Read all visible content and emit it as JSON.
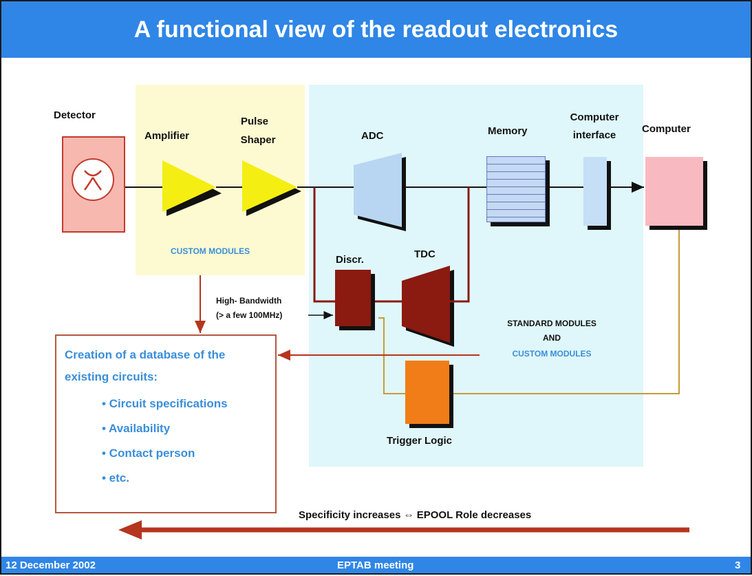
{
  "slide": {
    "title": "A functional view of the readout electronics",
    "footer": {
      "date": "12 December 2002",
      "meeting": "EPTAB meeting",
      "page": "3"
    }
  },
  "diagram": {
    "labels": {
      "detector": "Detector",
      "amplifier": "Amplifier",
      "pulse_shaper_line1": "Pulse",
      "pulse_shaper_line2": "Shaper",
      "adc": "ADC",
      "memory": "Memory",
      "computer_interface_line1": "Computer",
      "computer_interface_line2": "interface",
      "computer": "Computer",
      "discr": "Discr.",
      "tdc": "TDC",
      "trigger_logic": "Trigger Logic",
      "custom_modules": "CUSTOM MODULES",
      "standard_modules_line1": "STANDARD MODULES",
      "standard_modules_line2": "AND",
      "standard_modules_line3": "CUSTOM MODULES",
      "high_bandwidth_line1": "High- Bandwidth",
      "high_bandwidth_line2": "(> a few 100MHz)",
      "specificity": "Specificity increases ⇔ EPOOL Role decreases"
    },
    "database_box": {
      "title": "Creation of a database of the existing circuits:",
      "items": [
        "• Circuit specifications",
        "• Availability",
        "• Contact person",
        "• etc."
      ]
    },
    "colors": {
      "title_bar": "#2f86e6",
      "custom_zone": "#fdfad2",
      "standard_zone": "#dff7fb",
      "shaper_amplifier": "#f5ee12",
      "adc": "#b8d6f2",
      "discr_tdc": "#8b1a10",
      "trigger": "#f07d17",
      "computer": "#f9b9c0",
      "wire_dark_red": "#8b1a10",
      "wire_gold": "#c89a3c",
      "arrow_red": "#b5351f",
      "highlight_blue": "#3a8ed9"
    }
  }
}
